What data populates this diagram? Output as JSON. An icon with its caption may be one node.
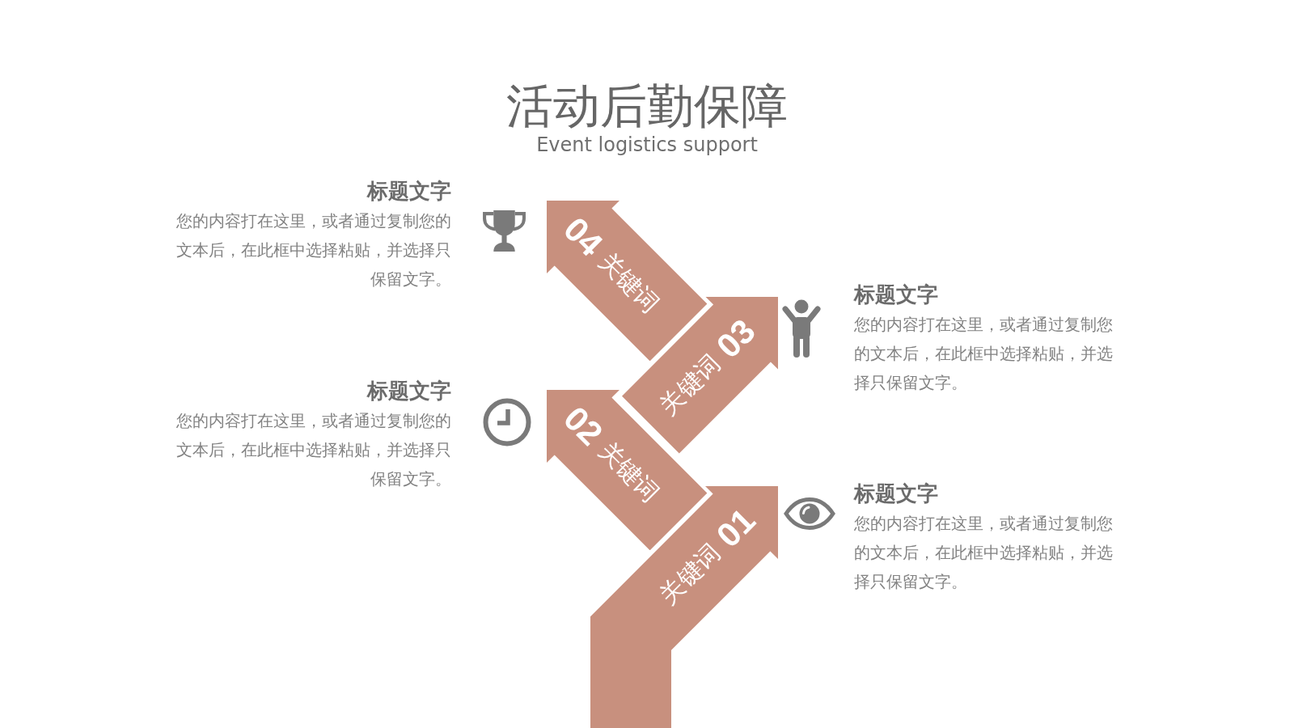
{
  "diagram": {
    "title": "活动后勤保障",
    "nodes": [
      {
        "text": [
          "04",
          "关键词"
        ],
        "beside": [
          "标题文字",
          "您的内容打在这里，或者通过复制您的文本后，在此框中选择粘贴，并选择只保留文字。"
        ]
      },
      {
        "text": [
          "03",
          "关键词"
        ],
        "beside": [
          "标题文字",
          "您的内容打在这里，或者通过复制您的文本后，在此框中选择粘贴，并选择只保留文字。"
        ]
      },
      {
        "text": [
          "02",
          "关键词"
        ],
        "beside": [
          "标题文字",
          "您的内容打在这里，或者通过复制您的文本后，在此框中选择粘贴，并选择只保留文字。"
        ]
      },
      {
        "text": [
          "01",
          "关键词"
        ],
        "beside": [
          "标题文字",
          "您的内容打在这里，或者通过复制您的文本后，在此框中选择粘贴，并选择只保留文字。"
        ]
      }
    ],
    "labels": [
      "Event logistics support"
    ]
  }
}
